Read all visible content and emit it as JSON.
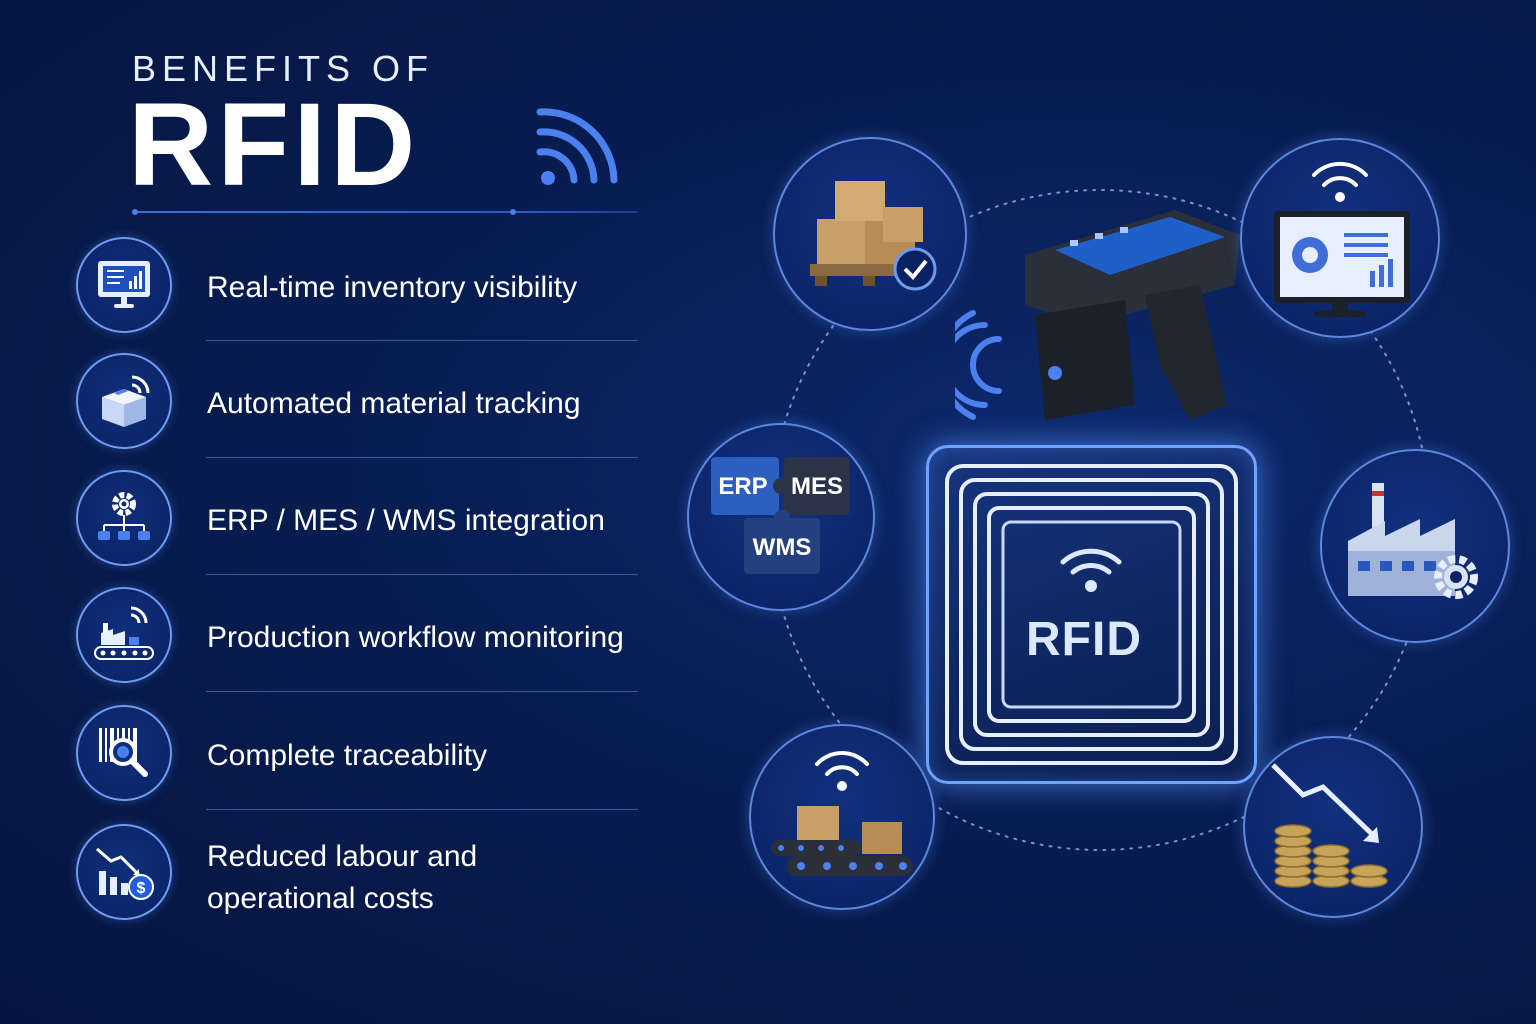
{
  "header": {
    "title_small": "BENEFITS OF",
    "title_big": "RFID"
  },
  "benefits": [
    {
      "icon": "monitor-dashboard-icon",
      "label": "Real-time inventory visibility"
    },
    {
      "icon": "box-signal-icon",
      "label": "Automated material tracking"
    },
    {
      "icon": "gear-network-icon",
      "label": "ERP / MES / WMS integration"
    },
    {
      "icon": "conveyor-factory-icon",
      "label": "Production workflow monitoring"
    },
    {
      "icon": "barcode-magnifier-icon",
      "label": "Complete traceability"
    },
    {
      "icon": "chart-dollar-icon",
      "label": "Reduced labour and operational costs"
    }
  ],
  "diagram": {
    "center_tag_label": "RFID",
    "puzzle_labels": [
      "ERP",
      "MES",
      "WMS"
    ],
    "nodes": [
      {
        "icon": "pallet-boxes-check-icon"
      },
      {
        "icon": "dashboard-monitor-icon"
      },
      {
        "icon": "erp-mes-wms-puzzle-icon"
      },
      {
        "icon": "factory-gear-icon"
      },
      {
        "icon": "conveyor-boxes-icon"
      },
      {
        "icon": "coins-down-arrow-icon"
      }
    ]
  },
  "colors": {
    "background": "#081d52",
    "accent": "#4b80ee",
    "glow": "#6fa3ff",
    "text": "#ffffff"
  }
}
